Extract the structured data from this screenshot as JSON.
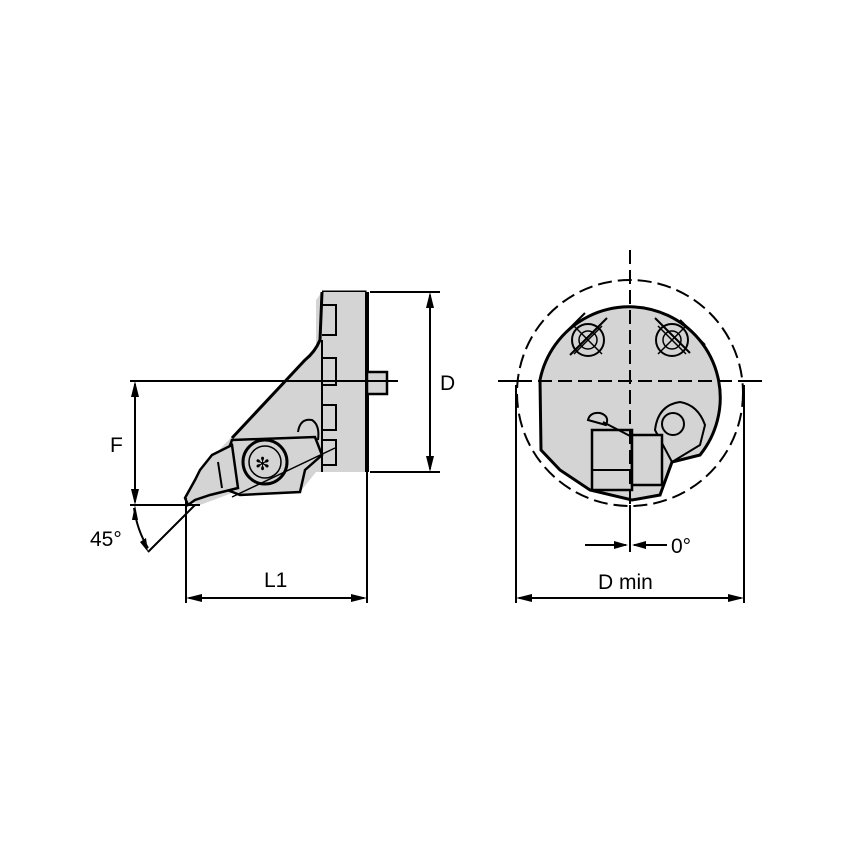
{
  "drawing": {
    "title": "Cutting unit holder dimensional drawing",
    "background": "#ffffff",
    "part_fill": "#d4d4d4",
    "line_color": "#000000"
  },
  "side_view": {
    "labels": {
      "height_dim": "D",
      "offset_dim": "F",
      "length_dim": "L1",
      "angle": "45°"
    }
  },
  "front_view": {
    "labels": {
      "diameter_dim": "D min",
      "angle": "0°"
    }
  }
}
